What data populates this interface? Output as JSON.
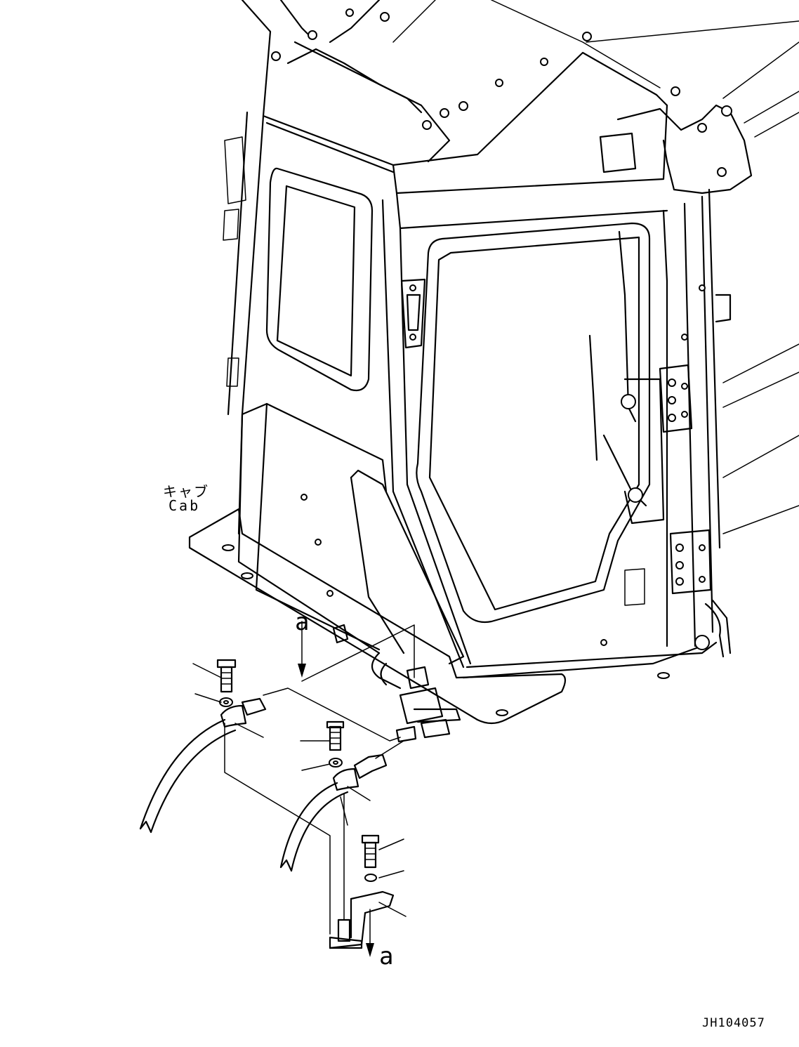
{
  "labels": {
    "cab_jp": "キャブ",
    "cab_en": "Cab",
    "view_a_top": "a",
    "view_a_bottom": "a",
    "drawing_code": "JH104057"
  }
}
